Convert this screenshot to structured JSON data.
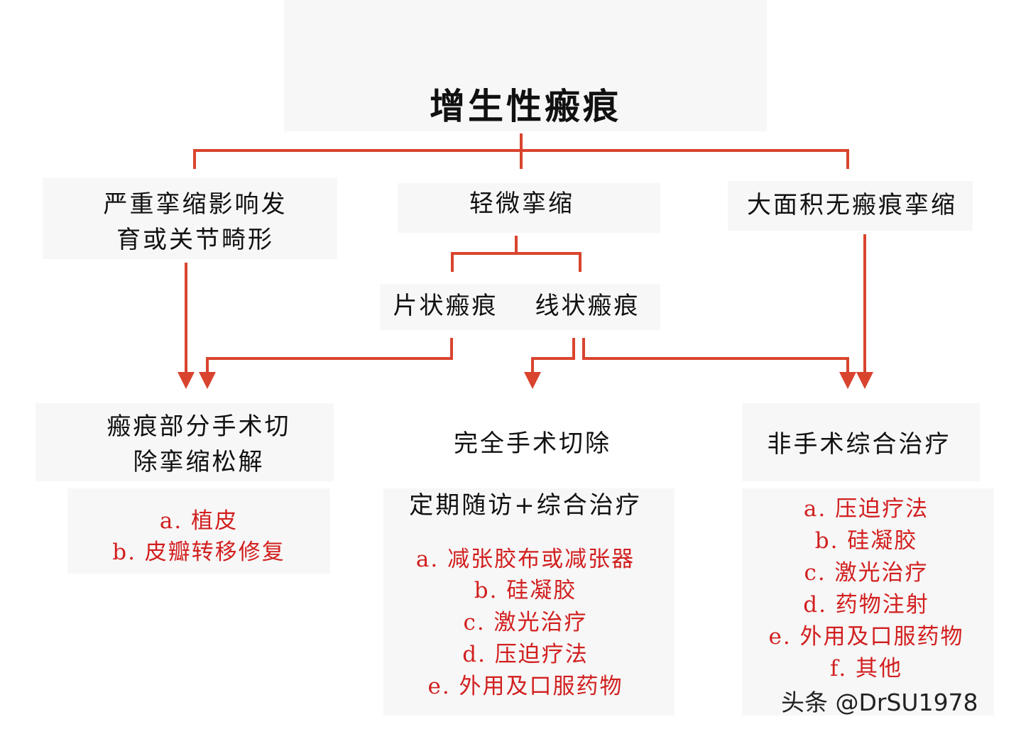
{
  "title": "增生性瘢痕",
  "level1": {
    "severe_line1": "严重挛缩影响发",
    "severe_line2": "育或关节畸形",
    "mild": "轻微挛缩",
    "large": "大面积无瘢痕挛缩"
  },
  "level2": {
    "patch": "片状瘢痕",
    "linear": "线状瘢痕"
  },
  "treatments": {
    "partial_line1": "瘢痕部分手术切",
    "partial_line2": "除挛缩松解",
    "complete": "完全手术切除",
    "complete_followup": "定期随访+综合治疗",
    "nonsurgical": "非手术综合治疗"
  },
  "partial_items": [
    "a. 植皮",
    "b. 皮瓣转移修复"
  ],
  "complete_items": [
    "a. 减张胶布或减张器",
    "b. 硅凝胶",
    "c. 激光治疗",
    "d. 压迫疗法",
    "e. 外用及口服药物"
  ],
  "nonsurgical_items": [
    "a. 压迫疗法",
    "b. 硅凝胶",
    "c. 激光治疗",
    "d. 药物注射",
    "e. 外用及口服药物",
    "f. 其他"
  ],
  "watermark": "头条 @DrSU1978",
  "colors": {
    "connector": "#d9442e",
    "item_text": "#d21f1f"
  }
}
